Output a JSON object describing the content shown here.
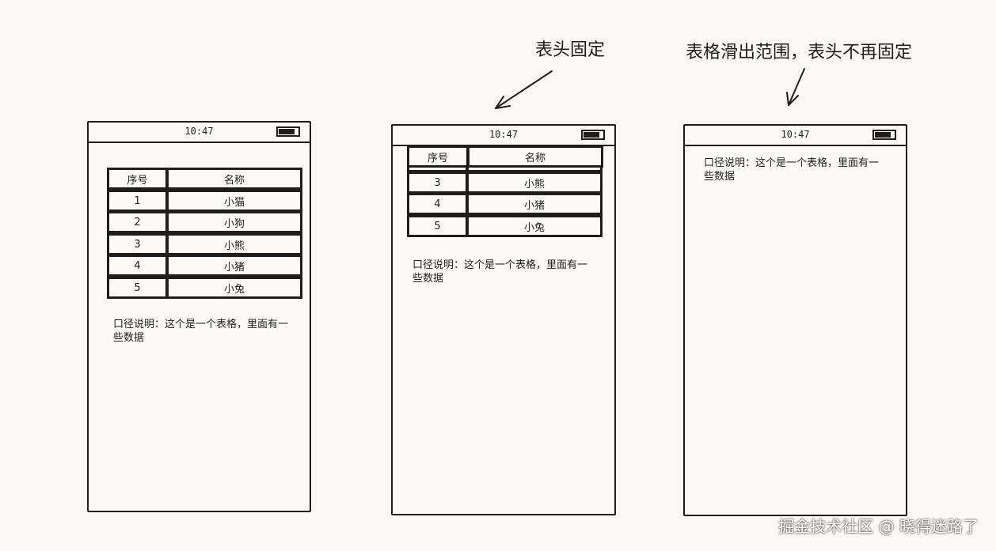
{
  "annotations": {
    "middle": "表头固定",
    "right": "表格滑出范围，表头不再固定"
  },
  "phone": {
    "time": "10:47"
  },
  "table": {
    "headers": [
      "序号",
      "名称"
    ],
    "rows": [
      [
        "1",
        "小猫"
      ],
      [
        "2",
        "小狗"
      ],
      [
        "3",
        "小熊"
      ],
      [
        "4",
        "小猪"
      ],
      [
        "5",
        "小兔"
      ]
    ]
  },
  "note_text": "口径说明：这个是一个表格，里面有一些数据",
  "watermark": "掘金技术社区 @ 晓得迷路了"
}
